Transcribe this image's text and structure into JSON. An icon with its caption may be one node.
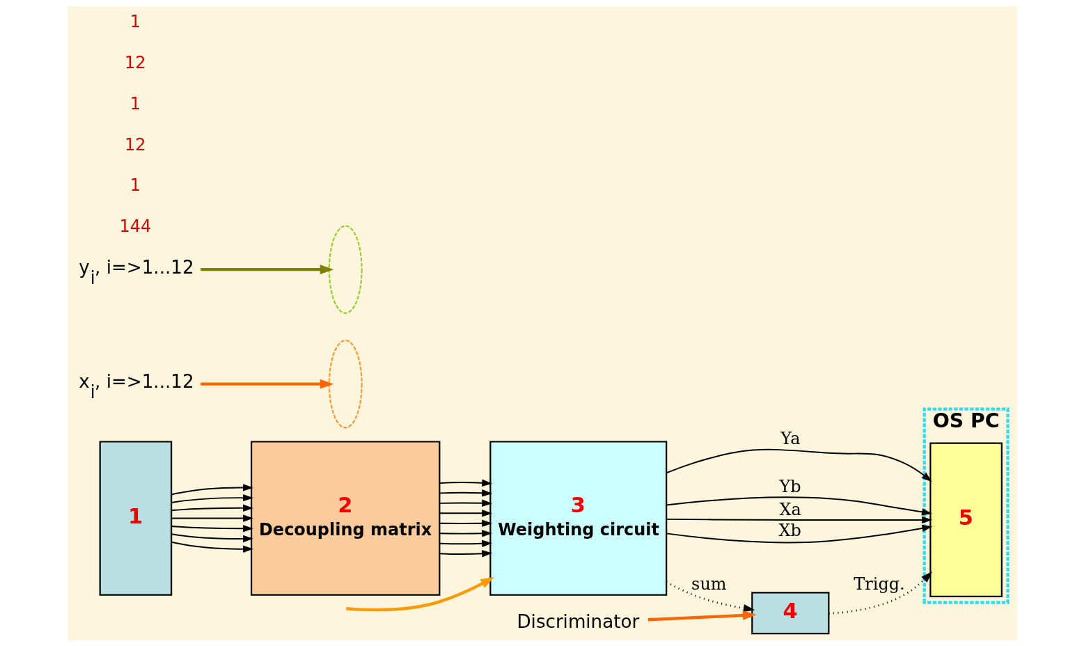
{
  "diagram": {
    "nodes": [
      {
        "text": [
          "1"
        ]
      },
      {
        "text": [
          "2",
          "Decoupling matrix"
        ]
      },
      {
        "text": [
          "3",
          "Weighting circuit"
        ]
      },
      {
        "text": [
          "OS PC"
        ]
      },
      {
        "text": [
          "5"
        ],
        "in": 3
      },
      {
        "text": [
          "4"
        ]
      },
      {
        "text": [],
        "shape": "ellipse"
      },
      {
        "text": [],
        "shape": "ellipse"
      },
      {
        "text": [
          "y$_{i}$, i=>1...12"
        ]
      },
      {
        "text": [
          "x$_{i}$, i=>1...12"
        ]
      },
      {
        "text": [
          "Discriminator"
        ]
      }
    ],
    "edges": [
      {
        "from": 0,
        "to": 1,
        "arrow": "to"
      },
      {
        "from": 0,
        "to": 1,
        "arrow": "to"
      },
      {
        "from": 0,
        "to": 1,
        "arrow": "to"
      },
      {
        "from": 0,
        "to": 1,
        "arrow": "to"
      },
      {
        "from": 0,
        "to": 1,
        "arrow": "to"
      },
      {
        "from": 0,
        "to": 1,
        "arrow": "to"
      },
      {
        "from": 0,
        "to": 1,
        "arrow": "to"
      },
      {
        "from": 1,
        "to": 2,
        "arrow": "to"
      },
      {
        "from": 1,
        "to": 2,
        "arrow": "to"
      },
      {
        "from": 1,
        "to": 2,
        "arrow": "to"
      },
      {
        "from": 1,
        "to": 2,
        "arrow": "to"
      },
      {
        "from": 1,
        "to": 2,
        "arrow": "to"
      },
      {
        "from": 1,
        "to": 2,
        "arrow": "to"
      },
      {
        "from": 1,
        "to": 2,
        "arrow": "to"
      },
      {
        "from": 1,
        "to": 2,
        "arrow": "to"
      },
      {
        "from": 2,
        "to": 4,
        "arrow": "to",
        "label": "Ya"
      },
      {
        "from": 2,
        "to": 4,
        "arrow": "to",
        "label": "Yb"
      },
      {
        "from": 2,
        "to": 4,
        "arrow": "to",
        "label": "Xa"
      },
      {
        "from": 2,
        "to": 4,
        "arrow": "to",
        "label": "Xb"
      },
      {
        "from": 2,
        "to": 5,
        "arrow": "to",
        "label": "sum",
        "style": "dashed"
      },
      {
        "from": 5,
        "to": 4,
        "arrow": "to",
        "label": "Trigg.",
        "style": "dashed"
      },
      {
        "from": 8,
        "to": 6,
        "arrow": "to",
        "color": "#808000",
        "style": "thick"
      },
      {
        "from": 9,
        "to": 7,
        "arrow": "to",
        "color": "#ff6600",
        "style": "thick"
      },
      {
        "from": 10,
        "to": 5,
        "arrow": "to",
        "color": "#ff6600",
        "style": "thick"
      },
      {
        "from": null,
        "to": 2,
        "arrow": "to",
        "color": "#ff9900",
        "style": "thick"
      }
    ],
    "labels": [
      "144",
      "1",
      "12",
      "1",
      "12",
      "1"
    ]
  }
}
